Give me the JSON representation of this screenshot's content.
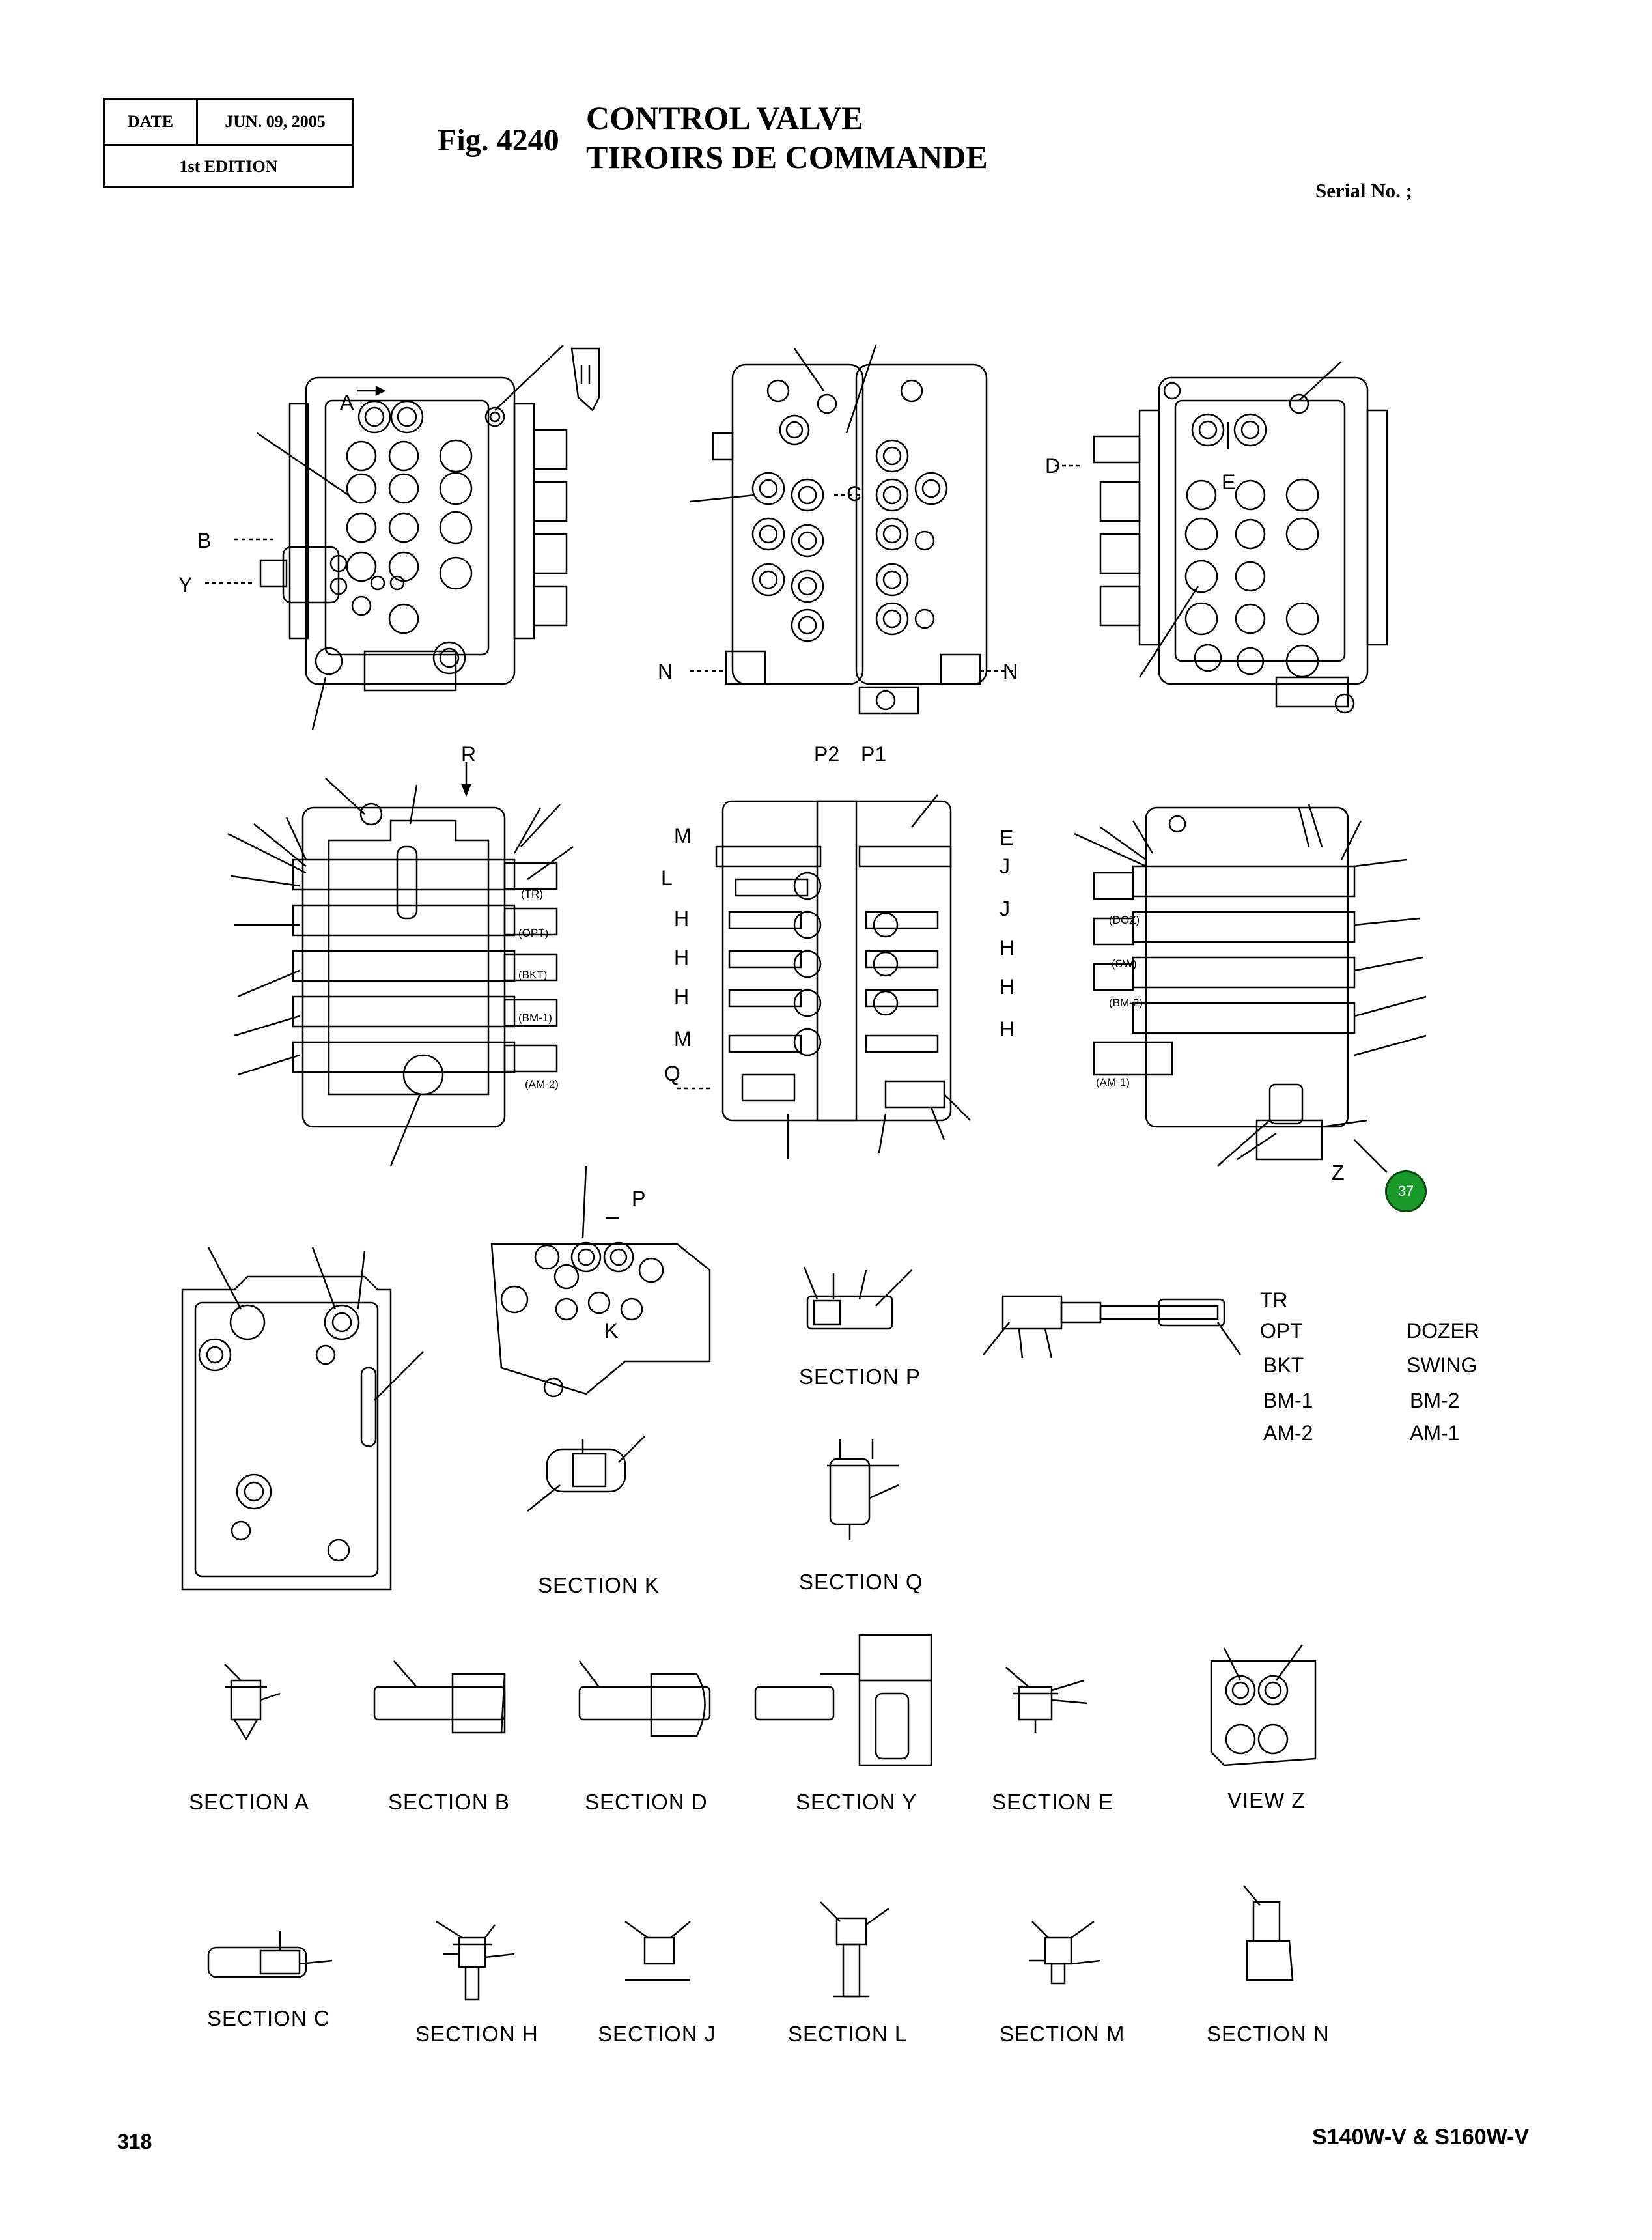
{
  "header": {
    "date_label": "DATE",
    "date_value": "JUN. 09, 2005",
    "edition": "1st EDITION",
    "fig_number": "Fig. 4240",
    "title_en": "CONTROL VALVE",
    "title_fr": "TIROIRS DE COMMANDE",
    "serial": "Serial No. ;"
  },
  "footer": {
    "page_number": "318",
    "model": "S140W-V & S160W-V"
  },
  "badge": "37",
  "view_letters": {
    "A": "A",
    "B": "B",
    "Y": "Y",
    "C": "C",
    "D": "D",
    "E": "E",
    "N": "N",
    "R": "R",
    "P1": "P1",
    "P2": "P2",
    "M": "M",
    "L": "L",
    "H": "H",
    "Q": "Q",
    "J": "J",
    "Z": "Z",
    "P": "P",
    "K": "K"
  },
  "spool_tags": {
    "tr": "(TR)",
    "opt": "(OPT)",
    "bkt": "(BKT)",
    "bm1": "(BM-1)",
    "am2": "(AM-2)",
    "doz": "(DOZ)",
    "sw": "(SW)",
    "bm2": "(BM-2)",
    "am1": "(AM-1)"
  },
  "legend": {
    "left": [
      "TR",
      "OPT",
      "BKT",
      "BM-1",
      "AM-2"
    ],
    "right": [
      "DOZER",
      "SWING",
      "BM-2",
      "AM-1"
    ]
  },
  "sections": {
    "p": "SECTION  P",
    "k": "SECTION  K",
    "q": "SECTION  Q",
    "a": "SECTION  A",
    "b": "SECTION  B",
    "d": "SECTION  D",
    "y": "SECTION  Y",
    "e": "SECTION  E",
    "view_z": "VIEW  Z",
    "c": "SECTION  C",
    "h": "SECTION  H",
    "j": "SECTION  J",
    "l": "SECTION  L",
    "m": "SECTION  M",
    "n": "SECTION  N"
  }
}
